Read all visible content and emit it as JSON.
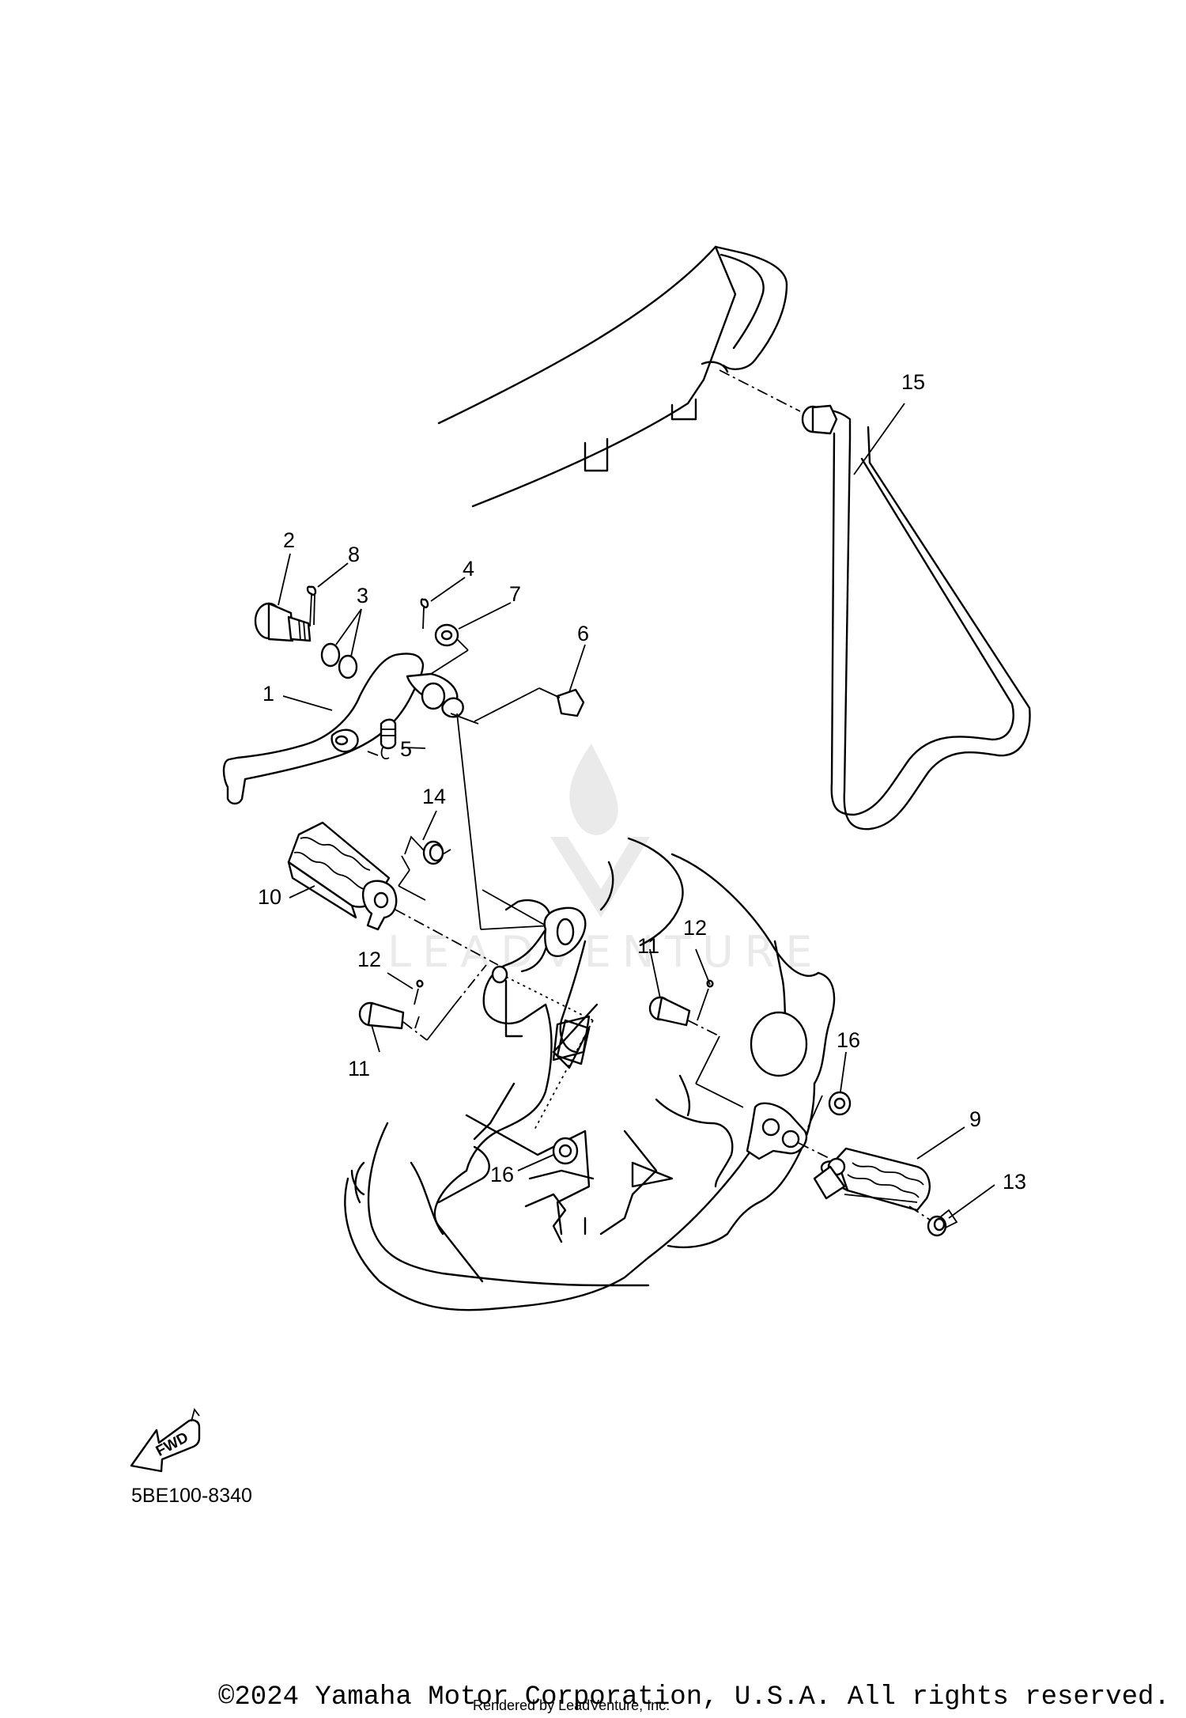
{
  "diagram": {
    "part_code": "5BE100-8340",
    "fwd_badge": "FWD",
    "copyright": "©2024 Yamaha Motor Corporation, U.S.A. All rights reserved.",
    "rendered_by": "Rendered by LeadVenture, Inc.",
    "watermark": "LEADVENTURE",
    "callouts": [
      {
        "id": "c1",
        "label": "1"
      },
      {
        "id": "c2",
        "label": "2"
      },
      {
        "id": "c3",
        "label": "3"
      },
      {
        "id": "c4",
        "label": "4"
      },
      {
        "id": "c5",
        "label": "5"
      },
      {
        "id": "c6",
        "label": "6"
      },
      {
        "id": "c7",
        "label": "7"
      },
      {
        "id": "c8",
        "label": "8"
      },
      {
        "id": "c9",
        "label": "9"
      },
      {
        "id": "c10",
        "label": "10"
      },
      {
        "id": "c11a",
        "label": "11"
      },
      {
        "id": "c11b",
        "label": "11"
      },
      {
        "id": "c12a",
        "label": "12"
      },
      {
        "id": "c12b",
        "label": "12"
      },
      {
        "id": "c13",
        "label": "13"
      },
      {
        "id": "c14",
        "label": "14"
      },
      {
        "id": "c15",
        "label": "15"
      },
      {
        "id": "c16a",
        "label": "16"
      },
      {
        "id": "c16b",
        "label": "16"
      }
    ]
  }
}
